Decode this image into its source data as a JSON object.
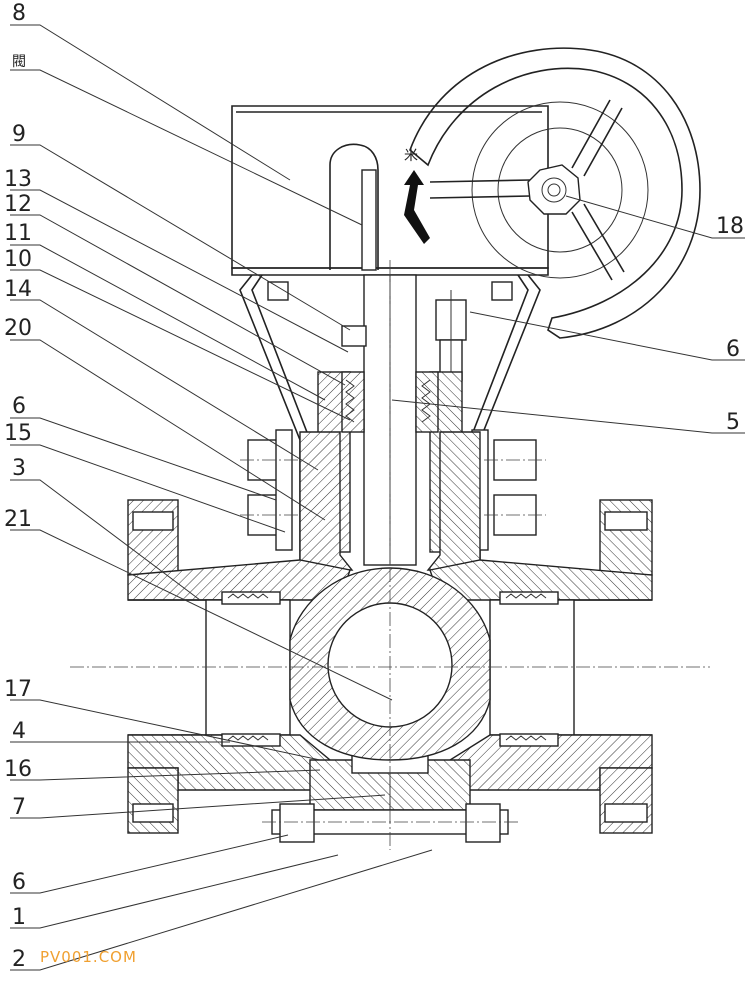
{
  "callouts": {
    "c8": "8",
    "c_small": "閥",
    "c9": "9",
    "c13": "13",
    "c12": "12",
    "c11": "11",
    "c10": "10",
    "c14": "14",
    "c20": "20",
    "c6a": "6",
    "c15": "15",
    "c3": "3",
    "c21": "21",
    "c17": "17",
    "c4": "4",
    "c16": "16",
    "c7": "7",
    "c6b": "6",
    "c1": "1",
    "c2": "2",
    "c18": "18",
    "c6c": "6",
    "c5": "5"
  },
  "indicator_glyph": "米",
  "watermark": "PV001.COM"
}
